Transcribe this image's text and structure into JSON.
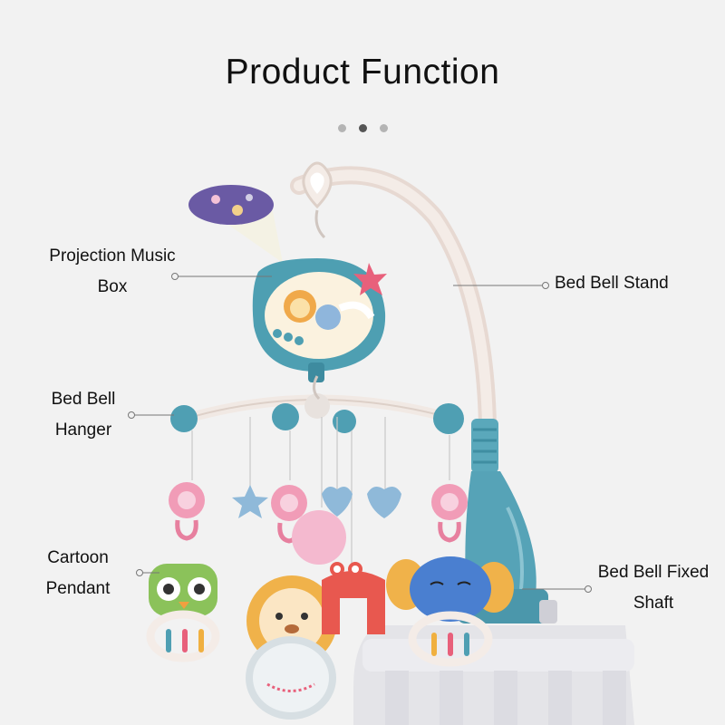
{
  "title": "Product Function",
  "carousel": {
    "total": 3,
    "active_index": 1
  },
  "labels": {
    "projection": [
      "Projection Music",
      "Box"
    ],
    "hanger": [
      "Bed Bell",
      "Hanger"
    ],
    "pendant": [
      "Cartoon",
      "Pendant"
    ],
    "stand": [
      "Bed Bell Stand"
    ],
    "shaft": [
      "Bed Bell Fixed",
      "Shaft"
    ]
  },
  "colors": {
    "background": "#f2f2f2",
    "teal": "#4f9fb3",
    "pink": "#f19cb7",
    "stand_white": "#f1e9e4",
    "crib": "#e6e6ea"
  }
}
